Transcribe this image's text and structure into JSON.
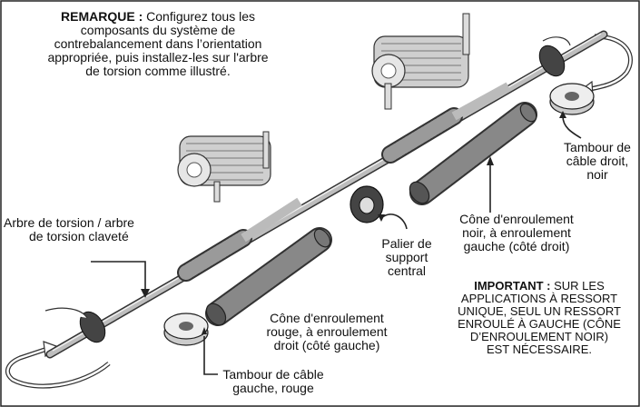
{
  "note": {
    "heading": "REMARQUE :",
    "line1": "Configurez tous les",
    "line2": "composants du système de",
    "line3": "contrebalancement dans l’orientation",
    "line4": "appropriée, puis installez-les sur l'arbre",
    "line5": "de torsion comme illustré."
  },
  "labels": {
    "torsion_shaft": [
      "Arbre de torsion / arbre",
      "de torsion claveté"
    ],
    "right_drum": [
      "Tambour de",
      "câble droit,",
      "noir"
    ],
    "black_cone": [
      "Cône d'enroulement",
      "noir, à enroulement",
      "gauche (côté droit)"
    ],
    "center_bearing": [
      "Palier de",
      "support",
      "central"
    ],
    "red_cone": [
      "Cône d'enroulement",
      "rouge, à enroulement",
      "droit (côté gauche)"
    ],
    "left_drum": [
      "Tambour de câble",
      "gauche, rouge"
    ]
  },
  "important": {
    "heading": "IMPORTANT :",
    "line1": "SUR LES",
    "line2": "APPLICATIONS À RESSORT",
    "line3": "UNIQUE, SEUL UN RESSORT",
    "line4": "ENROULÉ À GAUCHE (CÔNE",
    "line5": "D’ENROULEMENT NOIR)",
    "line6": "EST NÉCESSAIRE."
  }
}
